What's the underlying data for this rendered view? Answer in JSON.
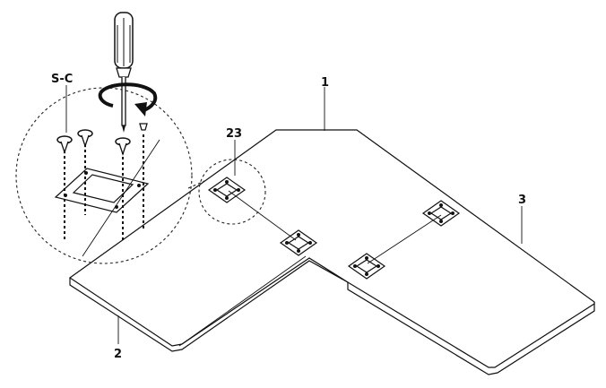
{
  "diagram": {
    "labels": {
      "panel_top": "1",
      "panel_left": "2",
      "panel_right": "3",
      "bracket": "23",
      "screw": "S-C"
    },
    "icons": [
      "screwdriver-icon",
      "rotation-arrow-icon"
    ]
  }
}
